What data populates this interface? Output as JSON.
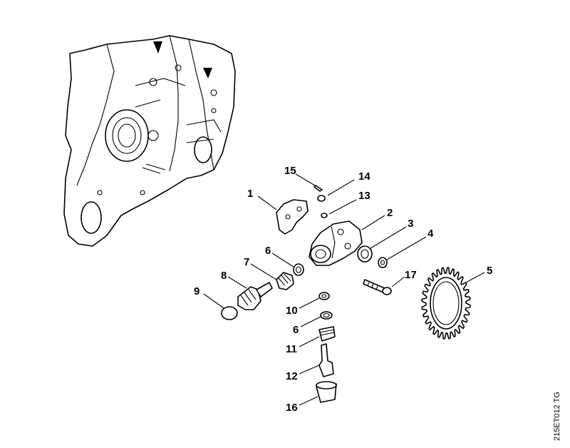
{
  "diagram": {
    "reference_code": "215ET012 TG",
    "parts": [
      {
        "number": "1"
      },
      {
        "number": "2"
      },
      {
        "number": "3"
      },
      {
        "number": "4"
      },
      {
        "number": "5"
      },
      {
        "number": "6"
      },
      {
        "number": "6"
      },
      {
        "number": "7"
      },
      {
        "number": "8"
      },
      {
        "number": "9"
      },
      {
        "number": "10"
      },
      {
        "number": "11"
      },
      {
        "number": "12"
      },
      {
        "number": "13"
      },
      {
        "number": "14"
      },
      {
        "number": "15"
      },
      {
        "number": "16"
      },
      {
        "number": "17"
      }
    ]
  }
}
